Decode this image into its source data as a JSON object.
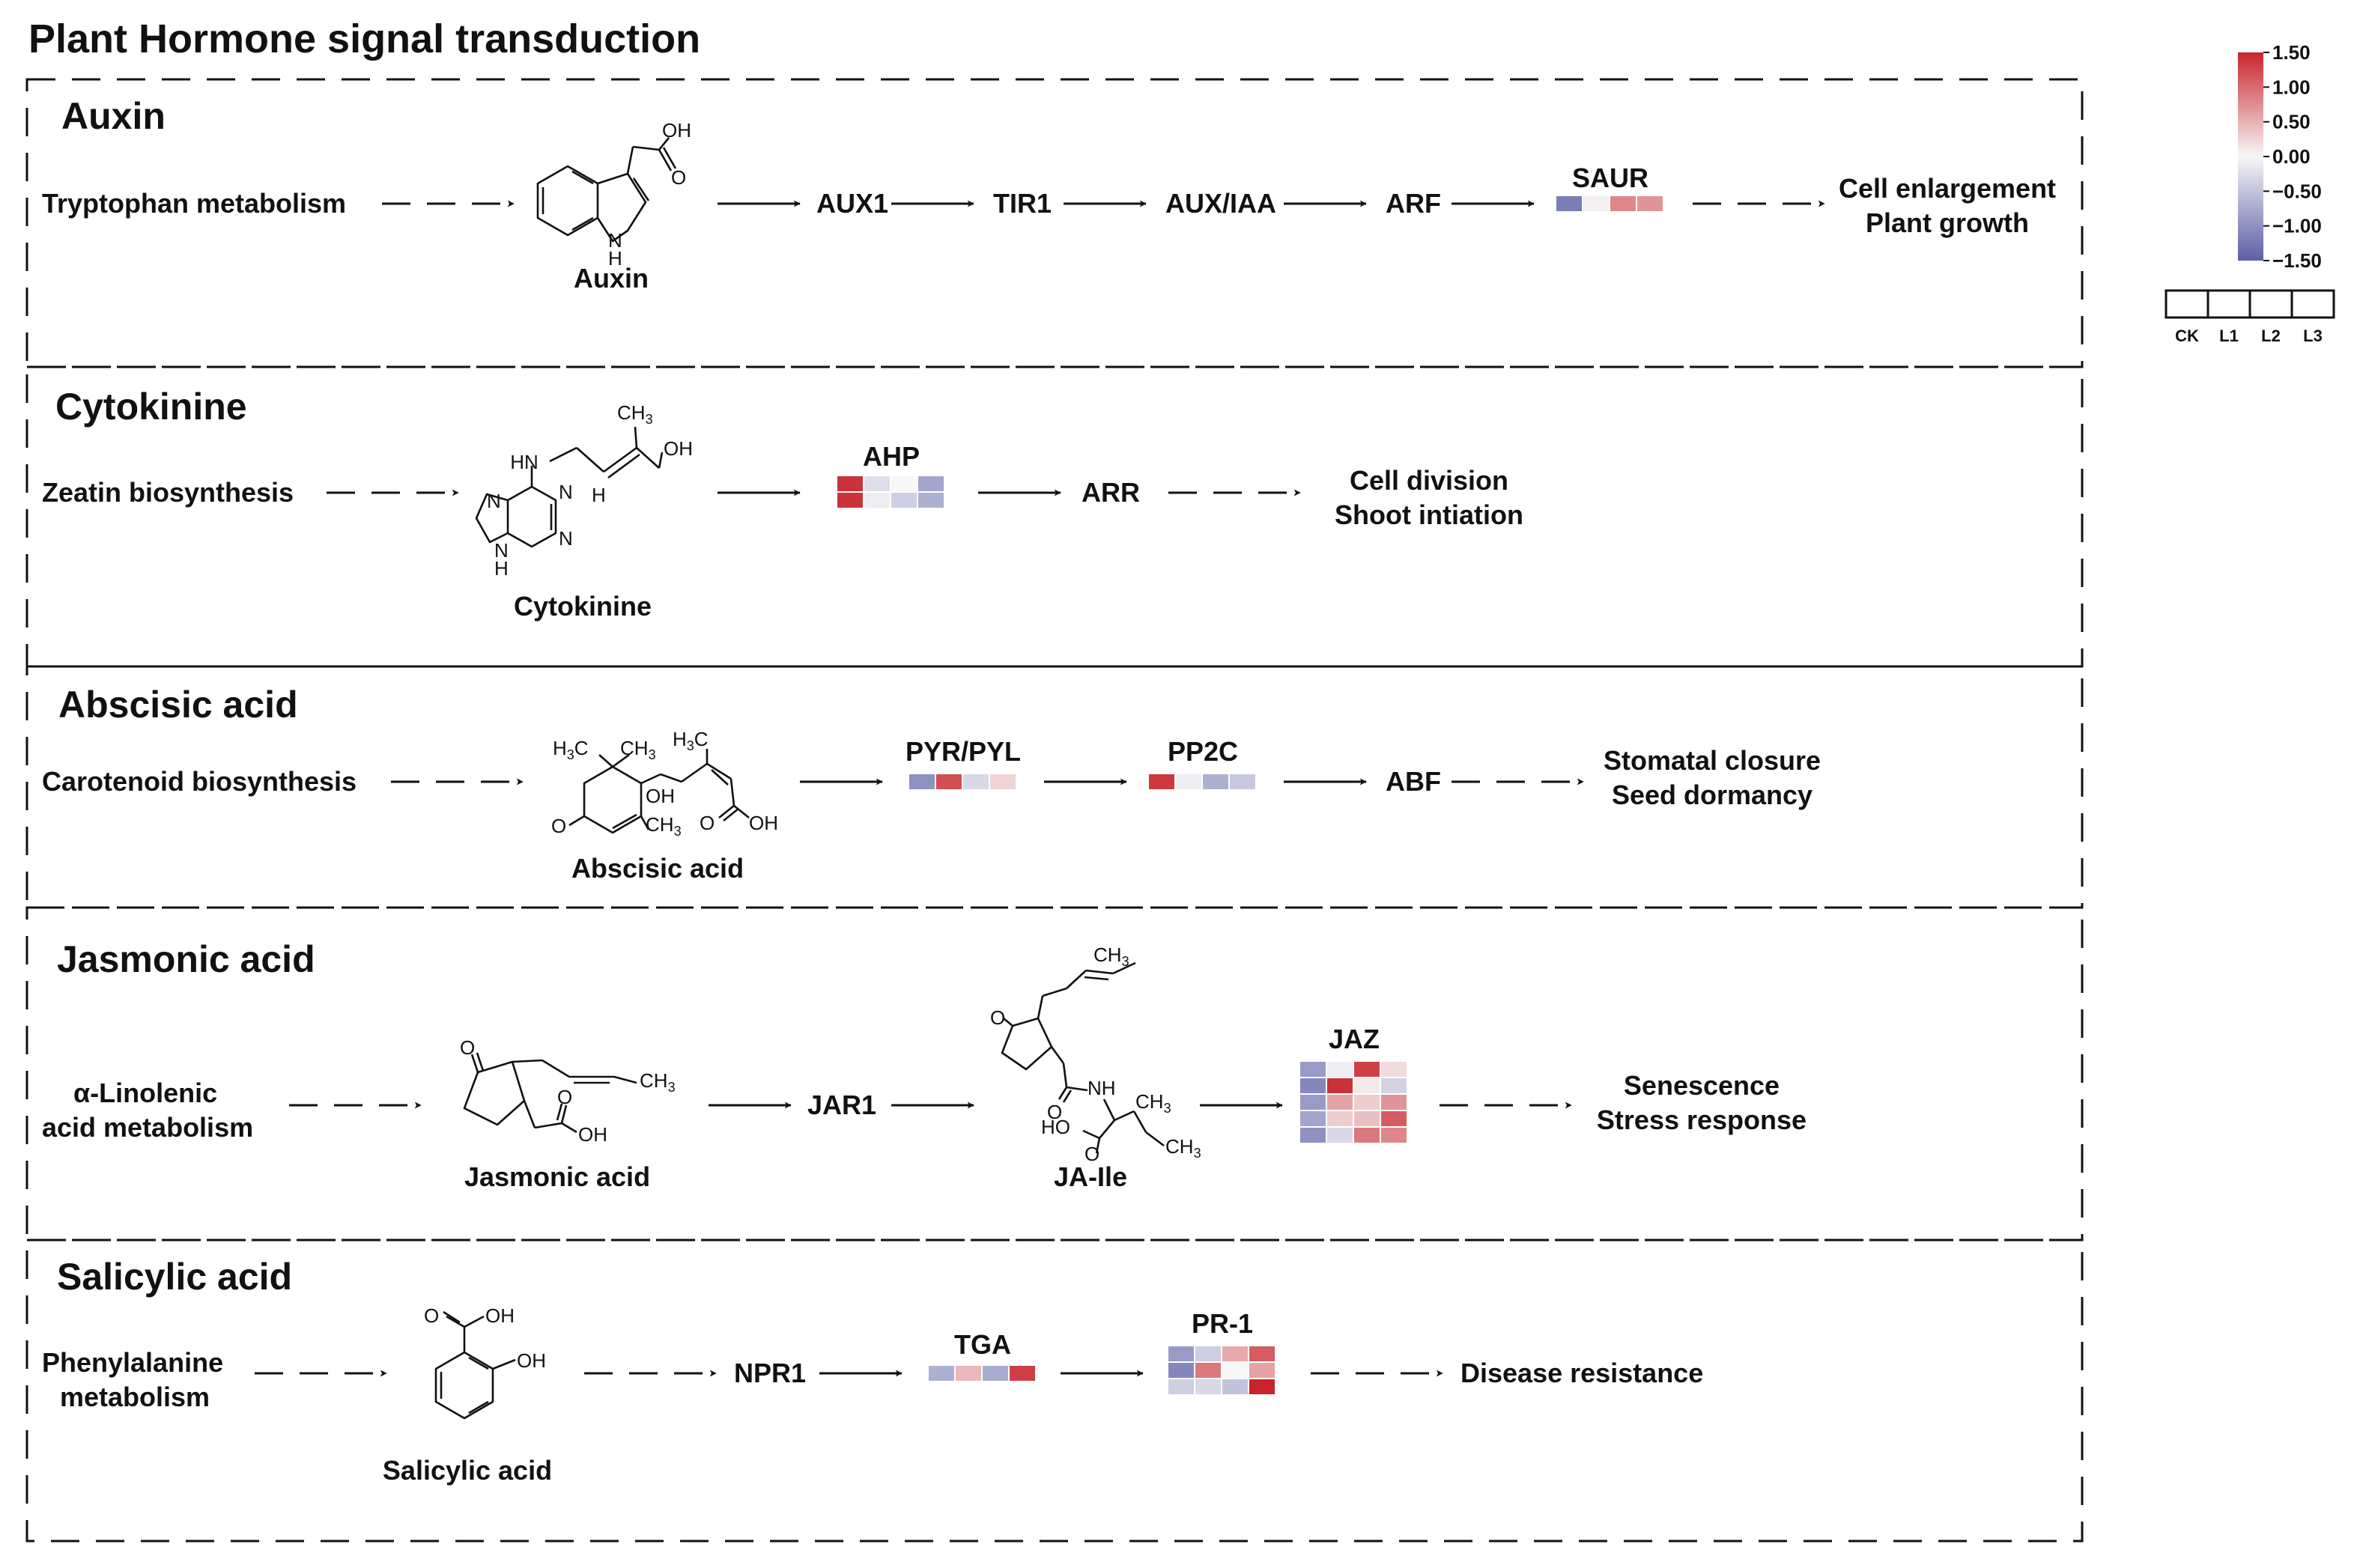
{
  "title": "Plant Hormone signal transduction",
  "legend": {
    "ticks": [
      "1.50",
      "1.00",
      "0.50",
      "0.00",
      "−0.50",
      "−1.00",
      "−1.50"
    ],
    "range": [
      -1.5,
      1.5
    ],
    "colors": {
      "low": "#5B5EA6",
      "mid": "#F7F7F7",
      "high": "#C8242B"
    },
    "columns": [
      "CK",
      "L1",
      "L2",
      "L3"
    ]
  },
  "sections": {
    "auxin": {
      "title": "Auxin",
      "source": "Tryptophan metabolism",
      "compound": "Auxin",
      "genes": [
        "AUX1",
        "TIR1",
        "AUX/IAA",
        "ARF"
      ],
      "heat_label": "SAUR",
      "outcome": [
        "Cell enlargement",
        "Plant growth"
      ]
    },
    "cytokinine": {
      "title": "Cytokinine",
      "source": "Zeatin biosynthesis",
      "compound": "Cytokinine",
      "heat_label": "AHP",
      "gene": "ARR",
      "outcome": [
        "Cell division",
        "Shoot intiation"
      ]
    },
    "aba": {
      "title": "Abscisic acid",
      "source": "Carotenoid biosynthesis",
      "compound": "Abscisic acid",
      "heat_label_1": "PYR/PYL",
      "heat_label_2": "PP2C",
      "gene": "ABF",
      "outcome": [
        "Stomatal closure",
        "Seed dormancy"
      ]
    },
    "ja": {
      "title": "Jasmonic acid",
      "source": [
        "α-Linolenic",
        "acid metabolism"
      ],
      "compound": "Jasmonic acid",
      "gene": "JAR1",
      "compound_2": "JA-Ile",
      "heat_label": "JAZ",
      "outcome": [
        "Senescence",
        "Stress response"
      ]
    },
    "sa": {
      "title": "Salicylic acid",
      "source": [
        "Phenylalanine",
        "metabolism"
      ],
      "compound": "Salicylic acid",
      "gene": "NPR1",
      "heat_label_1": "TGA",
      "heat_label_2": "PR-1",
      "outcome": "Disease resistance"
    }
  },
  "heatmaps": {
    "SAUR": [
      [
        -1.2,
        0.05,
        0.8,
        0.7
      ]
    ],
    "AHP": [
      [
        1.4,
        -0.25,
        0.0,
        -0.8
      ],
      [
        1.4,
        -0.1,
        -0.4,
        -0.7
      ]
    ],
    "PYR/PYL": [
      [
        -1.0,
        1.2,
        -0.3,
        0.25
      ]
    ],
    "PP2C": [
      [
        1.35,
        -0.1,
        -0.7,
        -0.45
      ]
    ],
    "JAZ": [
      [
        -0.9,
        -0.1,
        1.3,
        0.2
      ],
      [
        -1.1,
        1.4,
        0.1,
        -0.35
      ],
      [
        -0.9,
        0.6,
        0.3,
        0.7
      ],
      [
        -0.8,
        0.3,
        0.4,
        1.1
      ],
      [
        -1.0,
        -0.3,
        0.9,
        0.8
      ]
    ],
    "TGA": [
      [
        -0.7,
        0.45,
        -0.75,
        1.3
      ]
    ],
    "PR-1": [
      [
        -0.9,
        -0.4,
        0.55,
        1.1
      ],
      [
        -1.1,
        0.9,
        0.0,
        0.6
      ],
      [
        -0.4,
        -0.3,
        -0.5,
        1.5
      ]
    ]
  },
  "chem": {
    "OH": "OH",
    "O": "O",
    "H": "H",
    "N": "N",
    "HN": "HN",
    "CH3": "CH",
    "H3C": "H",
    "sub3": "3",
    "HO": "HO",
    "NH": "NH"
  }
}
